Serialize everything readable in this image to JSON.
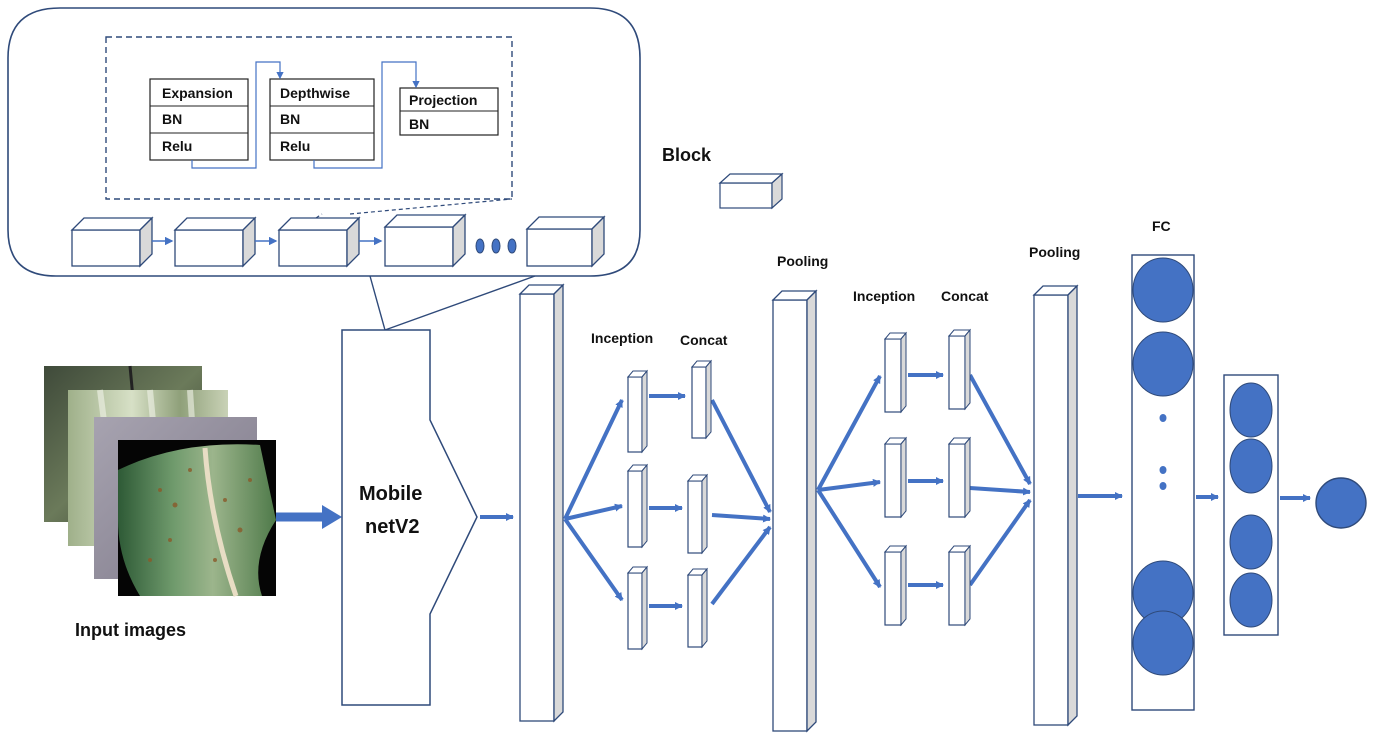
{
  "callout": {
    "columns": [
      {
        "rows": [
          "Expansion",
          "BN",
          "Relu"
        ]
      },
      {
        "rows": [
          "Depthwise",
          "BN",
          "Relu"
        ]
      },
      {
        "rows": [
          "Projection",
          "BN"
        ]
      }
    ]
  },
  "labels": {
    "block": "Block",
    "input_images": "Input images",
    "mobilenet_line1": "Mobile",
    "mobilenet_line2": "netV2",
    "pooling_1": "Pooling",
    "pooling_2": "Pooling",
    "inception_1": "Inception",
    "concat_1": "Concat",
    "inception_2": "Inception",
    "concat_2": "Concat",
    "fc": "FC"
  },
  "colors": {
    "accent_blue": "#4472c4",
    "node_fill": "#4472c4",
    "outline": "#2f4a7a",
    "prism_side": "#d9d9d9"
  }
}
